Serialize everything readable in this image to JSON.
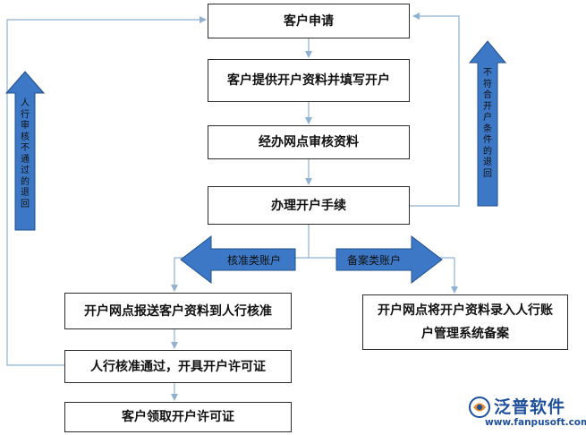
{
  "steps": {
    "apply": "客户申请",
    "submit_docs": "客户提供开户资料并填写开户",
    "review": "经办网点审核资料",
    "process": "办理开户手续",
    "report": "开户网点报送客户资料到人行核准",
    "approved": "人行核准通过，开具开户许可证",
    "receive": "客户领取开户许可证",
    "record_line1": "开户网点将开户资料录入人行账",
    "record_line2": "户管理系统备案"
  },
  "branches": {
    "approval_type": "核准类账户",
    "filing_type": "备案类账户"
  },
  "returns": {
    "pboc_reject": "人行审核不通过的退回",
    "not_eligible": "不符合开户条件的退回"
  },
  "logo": {
    "name": "泛普软件",
    "url": "www.fanpusoft.com"
  },
  "colors": {
    "arrow_fill": "#3c78c5",
    "arrow_stroke": "#1f4f8e",
    "connector": "#8fb1d3",
    "box_border": "#2b2b2b"
  }
}
